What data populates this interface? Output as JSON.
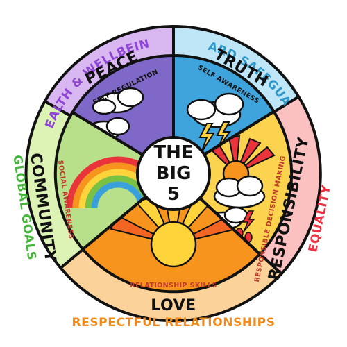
{
  "center": {
    "lines": [
      "THE",
      "BIG",
      "5"
    ]
  },
  "segments": [
    {
      "id": "peace",
      "value": "PEACE",
      "skill": "SELF REGULATION",
      "outer": "HEALTH & WELLBEING",
      "color_outer": "#d9b7f0",
      "color_text": "#8e45d6",
      "color_skill_text": "#111111"
    },
    {
      "id": "truth",
      "value": "TRUTH",
      "skill": "SELF AWARENESS",
      "outer": "ONBOARD SAFEGUARDING",
      "color_outer": "#bfe6f6",
      "color_text": "#2f97c9",
      "color_skill_text": "#111111"
    },
    {
      "id": "responsibility",
      "value": "RESPONSIBILITY",
      "skill": "RESPONSIBLE DECISION MAKING",
      "outer": "EQUALITY",
      "color_outer": "#fbc1c1",
      "color_text": "#ef2f40",
      "color_skill_text": "#c0392b"
    },
    {
      "id": "love",
      "value": "LOVE",
      "skill": "RELATIONSHIP SKILLS",
      "outer": "RESPECTFUL RELATIONSHIPS",
      "color_outer": "#fbd29a",
      "color_text": "#f28a1a",
      "color_skill_text": "#c0392b"
    },
    {
      "id": "community",
      "value": "COMMUNITY",
      "skill": "SOCIAL AWARENESS",
      "outer": "GLOBAL GOALS",
      "color_outer": "#ddf3b6",
      "color_text": "#44b63a",
      "color_skill_text": "#c0392b"
    }
  ],
  "palette": {
    "sky_purple": "#7f68c8",
    "sky_blue": "#3fa3dc",
    "sun_yellow": "#ffd43b",
    "sun_orange": "#f7941d",
    "rainbow": [
      "#e8343a",
      "#f7941d",
      "#ffd43b",
      "#7ac143",
      "#3aa0dc"
    ]
  }
}
